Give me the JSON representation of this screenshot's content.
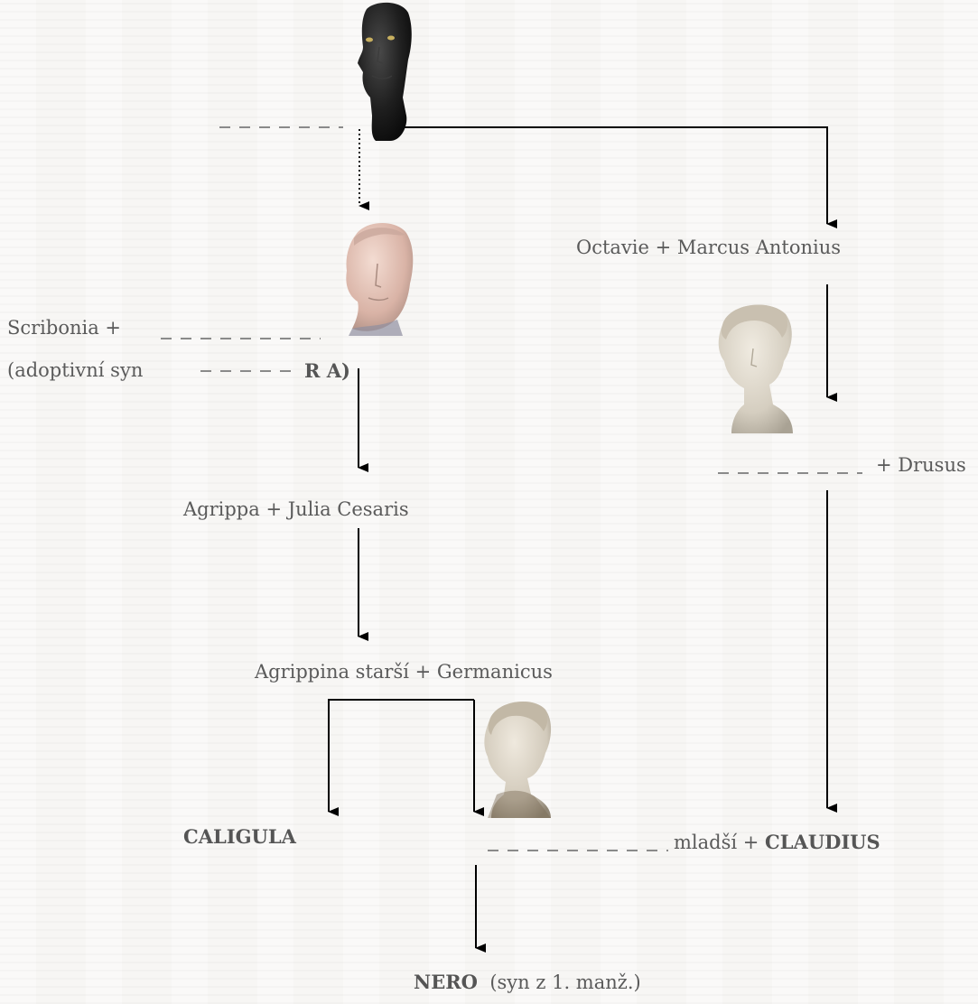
{
  "people": {
    "octavie": "Octavie + Marcus Antonius",
    "scribonia": "Scribonia +",
    "adoptive_prefix": "(adoptivní syn",
    "adoptive_bold": "R A)",
    "drusus": "+ Drusus",
    "agrippa": "Agrippa + Julia Cesaris",
    "agrippina": "Agrippina starší + Germanicus",
    "caligula": "CALIGULA",
    "mladsi": "mladší +",
    "claudius": "CLAUDIUS",
    "nero": "NERO",
    "nero_note": "(syn z 1. manž.)"
  },
  "colors": {
    "line": "#000000",
    "text": "#5a5a5a",
    "background": "#f7f6f4"
  },
  "portraits": [
    "bronze-head-caesar-icon",
    "marble-head-augustus-icon",
    "marble-bust-antonia-icon",
    "marble-bust-caligula-icon"
  ]
}
